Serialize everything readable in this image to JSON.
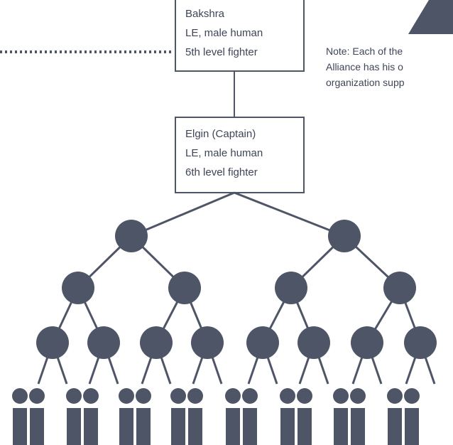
{
  "colors": {
    "ink": "#3e4557",
    "node": "#4e5567",
    "box_border": "#4e5567",
    "background": "#ffffff"
  },
  "top_box": {
    "lines": [
      "Bakshra",
      "LE, male human",
      "5th level fighter"
    ]
  },
  "captain_box": {
    "lines": [
      "Elgin (Captain)",
      "LE, male human",
      "6th level fighter"
    ]
  },
  "note": {
    "lines": [
      "Note: Each of the",
      "Alliance has his o",
      "organization supp"
    ]
  },
  "hierarchy": {
    "levels": [
      2,
      4,
      8
    ],
    "members_per_leader": 2,
    "member_figures": 16
  }
}
